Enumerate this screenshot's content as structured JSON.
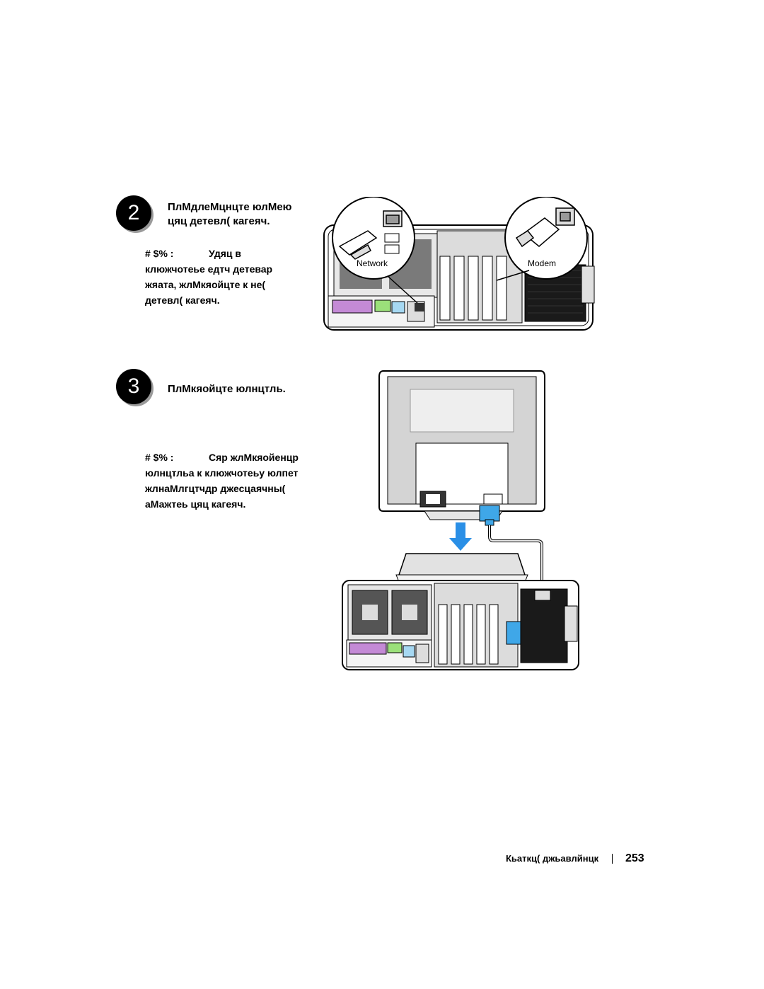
{
  "step2": {
    "number": "2",
    "title_line1": "ПлМдлеМцнцте юлМею",
    "title_line2": "цяц детевл( кагеяч.",
    "note_lead": "# $%  :",
    "note_first": "Удяц в",
    "note_line2": "клюжчотеье едтч детевар",
    "note_line3": "жяата, жлМкяойцте к не(",
    "note_line4": "детевл( кагеяч.",
    "label_network": "Network",
    "label_modem": "Modem"
  },
  "step3": {
    "number": "3",
    "title": "ПлМкяойцте юлнцтль.",
    "note_lead": "# $%  :",
    "note_first": "Сяр жлМкяойенцр",
    "note_line2": "юлнцтльа к клюжчотеьу юлпет",
    "note_line3": "жлнаМлгцтчдр джесцаячны(",
    "note_line4": "аМажтеь цяц кагеяч."
  },
  "footer": {
    "section": "Кьаткц( джьавлйнцк",
    "page_number": "253"
  },
  "colors": {
    "connector_blue": "#3fa7e8",
    "arrow_blue": "#2a8fe6",
    "port_green": "#9be07a",
    "port_purple": "#c48ad6",
    "port_pink": "#f0a6c8"
  }
}
